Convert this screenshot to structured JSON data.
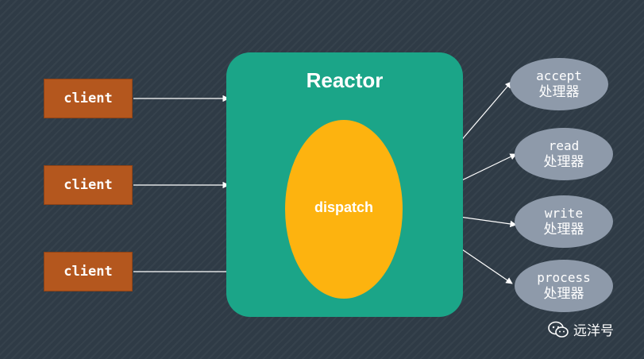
{
  "clients": [
    {
      "label": "client"
    },
    {
      "label": "client"
    },
    {
      "label": "client"
    }
  ],
  "reactor": {
    "title": "Reactor"
  },
  "dispatcher": {
    "label": "dispatch"
  },
  "handlers": [
    {
      "name": "accept",
      "sub": "处理器"
    },
    {
      "name": "read",
      "sub": "处理器"
    },
    {
      "name": "write",
      "sub": "处理器"
    },
    {
      "name": "process",
      "sub": "处理器"
    }
  ],
  "watermark": {
    "text": "远洋号",
    "icon": "wechat-icon"
  },
  "colors": {
    "background": "#2f3b46",
    "client_box": "#b4571e",
    "reactor": "#1ba588",
    "dispatch": "#fdb30f",
    "handler": "#8e9aaa",
    "arrow": "#ffffff"
  }
}
